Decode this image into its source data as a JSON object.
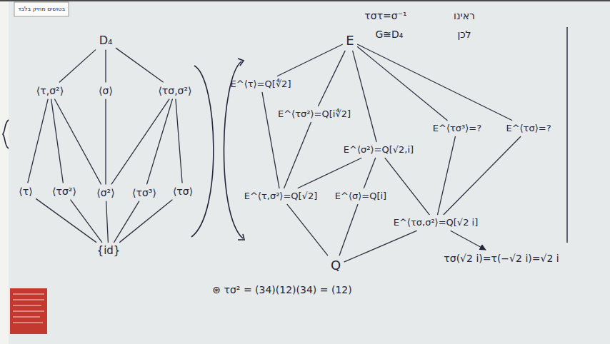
{
  "diagram": {
    "nodes": [
      {
        "text": [
          "D₄"
        ]
      },
      {
        "text": [
          "⟨τ,σ²⟩"
        ]
      },
      {
        "text": [
          "⟨σ⟩"
        ]
      },
      {
        "text": [
          "⟨τσ,σ²⟩"
        ]
      },
      {
        "text": [
          "⟨τ⟩"
        ]
      },
      {
        "text": [
          "⟨τσ²⟩"
        ]
      },
      {
        "text": [
          "⟨σ²⟩"
        ]
      },
      {
        "text": [
          "⟨τσ³⟩"
        ]
      },
      {
        "text": [
          "⟨τσ⟩"
        ]
      },
      {
        "text": [
          "{id}"
        ]
      },
      {
        "text": [
          "E"
        ]
      },
      {
        "text": [
          "E^⟨τ⟩=Q[∜2]"
        ]
      },
      {
        "text": [
          "E^⟨τσ²⟩=Q[i∜2]"
        ]
      },
      {
        "text": [
          "E^⟨σ²⟩=Q[√2,i]"
        ]
      },
      {
        "text": [
          "E^⟨τσ³⟩=?"
        ]
      },
      {
        "text": [
          "E^⟨τσ⟩=?"
        ]
      },
      {
        "text": [
          "E^⟨τ,σ²⟩=Q[√2]"
        ]
      },
      {
        "text": [
          "E^⟨σ⟩=Q[i]"
        ]
      },
      {
        "text": [
          "E^⟨τσ,σ²⟩=Q[√2 i]"
        ]
      },
      {
        "text": [
          "Q"
        ]
      },
      {
        "text": [
          "τσ(√2 i)=τ(−√2 i)=√2 i"
        ]
      }
    ],
    "edges": [
      {
        "from": 0,
        "to": 1,
        "arrow": "none"
      },
      {
        "from": 0,
        "to": 2,
        "arrow": "none"
      },
      {
        "from": 0,
        "to": 3,
        "arrow": "none"
      },
      {
        "from": 1,
        "to": 4,
        "arrow": "none"
      },
      {
        "from": 1,
        "to": 5,
        "arrow": "none"
      },
      {
        "from": 1,
        "to": 6,
        "arrow": "none"
      },
      {
        "from": 2,
        "to": 6,
        "arrow": "none"
      },
      {
        "from": 3,
        "to": 6,
        "arrow": "none"
      },
      {
        "from": 3,
        "to": 7,
        "arrow": "none"
      },
      {
        "from": 3,
        "to": 8,
        "arrow": "none"
      },
      {
        "from": 4,
        "to": 9,
        "arrow": "none"
      },
      {
        "from": 5,
        "to": 9,
        "arrow": "none"
      },
      {
        "from": 6,
        "to": 9,
        "arrow": "none"
      },
      {
        "from": 7,
        "to": 9,
        "arrow": "none"
      },
      {
        "from": 8,
        "to": 9,
        "arrow": "none"
      },
      {
        "from": 10,
        "to": 11,
        "arrow": "none"
      },
      {
        "from": 10,
        "to": 12,
        "arrow": "none"
      },
      {
        "from": 10,
        "to": 13,
        "arrow": "none"
      },
      {
        "from": 10,
        "to": 14,
        "arrow": "none"
      },
      {
        "from": 10,
        "to": 15,
        "arrow": "none"
      },
      {
        "from": 11,
        "to": 16,
        "arrow": "none"
      },
      {
        "from": 12,
        "to": 16,
        "arrow": "none"
      },
      {
        "from": 13,
        "to": 16,
        "arrow": "none"
      },
      {
        "from": 13,
        "to": 17,
        "arrow": "none"
      },
      {
        "from": 13,
        "to": 18,
        "arrow": "none"
      },
      {
        "from": 14,
        "to": 18,
        "arrow": "none"
      },
      {
        "from": 15,
        "to": 18,
        "arrow": "none"
      },
      {
        "from": 16,
        "to": 19,
        "arrow": "none"
      },
      {
        "from": 17,
        "to": 19,
        "arrow": "none"
      },
      {
        "from": 18,
        "to": 19,
        "arrow": "none"
      },
      {
        "from": 18,
        "to": 20,
        "arrow": "to"
      }
    ],
    "labels": [
      "τστ=σ⁻¹",
      "ראינו",
      "G≅D₄",
      "לכן",
      "⊛ τσ² = (34)(12)(34) = (12)",
      "בטושים מחיק בלבד"
    ]
  }
}
